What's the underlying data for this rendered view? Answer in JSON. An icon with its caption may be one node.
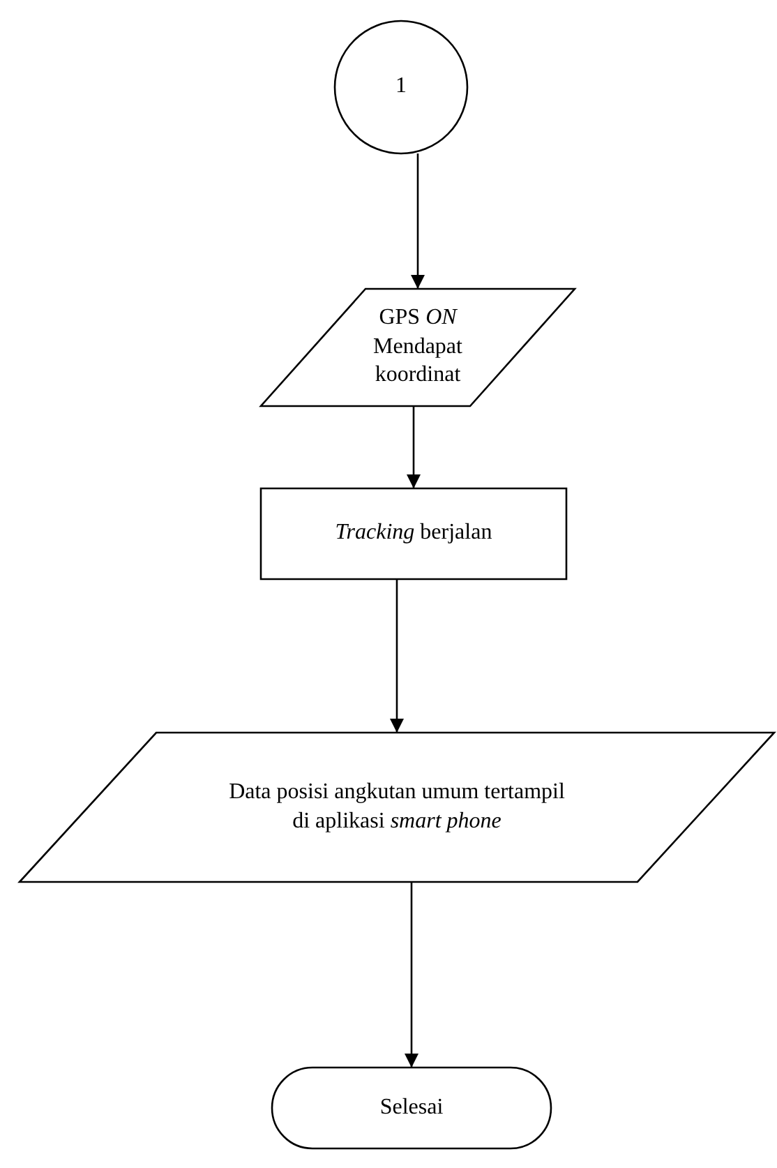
{
  "diagram": {
    "nodes": [
      {
        "text": [
          "1"
        ]
      },
      {
        "text": [
          "GPS *ON*",
          "Mendapat koordinat"
        ]
      },
      {
        "text": [
          "*Tracking* berjalan"
        ]
      },
      {
        "text": [
          "Data posisi angkutan umum tertampil di aplikasi *smart phone*"
        ]
      },
      {
        "text": [
          "Selesai"
        ]
      }
    ],
    "edges": [
      {
        "from": 0,
        "to": 1,
        "arrow": "to"
      },
      {
        "from": 1,
        "to": 2,
        "arrow": "to"
      },
      {
        "from": 2,
        "to": 3,
        "arrow": "to"
      },
      {
        "from": 3,
        "to": 4,
        "arrow": "to"
      }
    ]
  }
}
